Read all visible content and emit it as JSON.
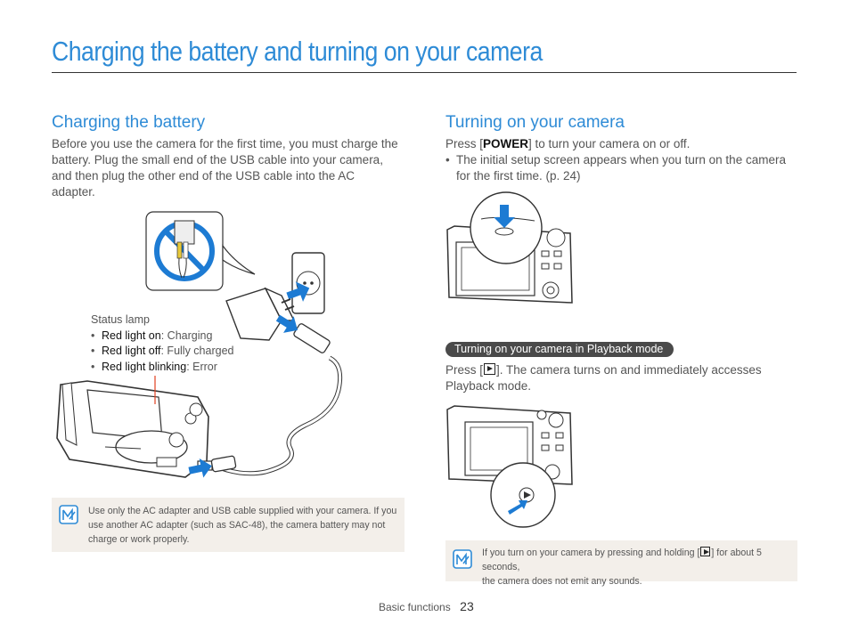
{
  "header": {
    "title": "Charging the battery and turning on your camera"
  },
  "charging": {
    "heading": "Charging the battery",
    "intro_lines": [
      "Before you use the camera for the first time, you must charge the",
      "battery. Plug the small end of the USB cable into your camera,",
      "and then plug the other end of the USB cable into the AC",
      "adapter."
    ],
    "status_lamp": {
      "label": "Status lamp",
      "items": [
        {
          "key": "Red light on",
          "value": ": Charging"
        },
        {
          "key": "Red light off",
          "value": ": Fully charged"
        },
        {
          "key": "Red light blinking",
          "value": ": Error"
        }
      ]
    },
    "note_lines": [
      "Use only the AC adapter and USB cable supplied with your camera. If you",
      "use another AC adapter (such as SAC-48), the camera battery may not",
      "charge or work properly."
    ]
  },
  "turning_on": {
    "heading": "Turning on your camera",
    "press_prefix": "Press [",
    "power_key": "POWER",
    "press_suffix": "] to turn your camera on or off.",
    "bullet_lines": [
      "The initial setup screen appears when you turn on the camera",
      "for the first time. (p. 24)"
    ],
    "playback": {
      "badge": "Turning on your camera in Playback mode",
      "line1_prefix": "Press [",
      "line1_suffix": "]. The camera turns on and immediately accesses",
      "line2": "Playback mode."
    },
    "note_line1_prefix": "If you turn on your camera by pressing and holding [",
    "note_line1_suffix": "] for about 5 seconds,",
    "note_line2": "the camera does not emit any sounds."
  },
  "footer": {
    "label": "Basic functions",
    "page": "23"
  },
  "colors": {
    "accent_blue": "#2e8bd6",
    "note_bg": "#f3efea",
    "arrow_blue": "#1d7bd3",
    "lamp_red": "#e1401f"
  },
  "icons": [
    "note-icon",
    "playback-icon",
    "no-av-cable-icon",
    "power-arrow-icon"
  ]
}
